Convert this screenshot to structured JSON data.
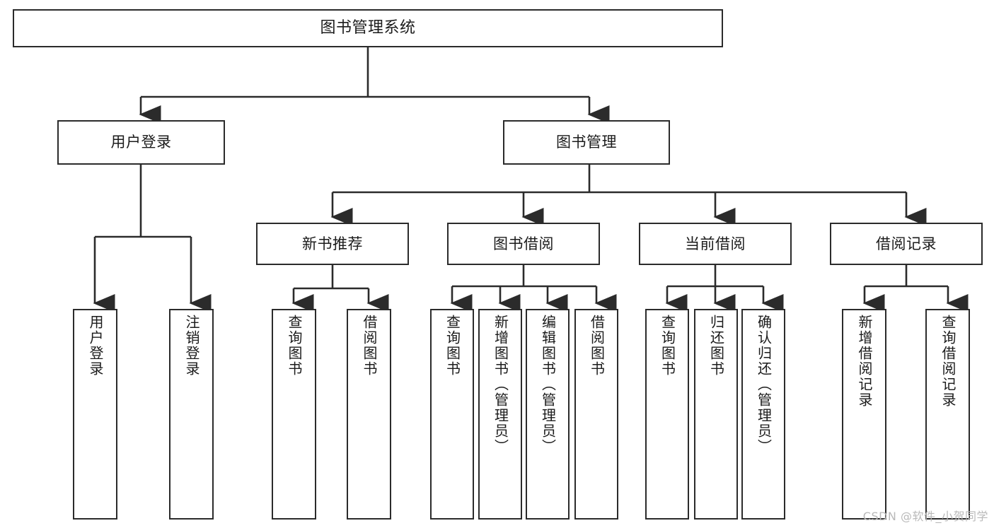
{
  "diagram": {
    "title": "图书管理系统",
    "type": "tree",
    "background": "#ffffff",
    "line_color": "#2b2b2b",
    "box_border_color": "#2b2b2b",
    "box_fill": "#ffffff",
    "text_color": "#1b1b1b"
  },
  "watermark": {
    "text": "CSDN @软件_小贺同学",
    "color": "#b9b9b9"
  },
  "nodes": {
    "root": {
      "label": "图书管理系统"
    },
    "level2": [
      {
        "label": "用户登录"
      },
      {
        "label": "图书管理"
      }
    ],
    "level3": [
      {
        "label": "新书推荐"
      },
      {
        "label": "图书借阅"
      },
      {
        "label": "当前借阅"
      },
      {
        "label": "借阅记录"
      }
    ],
    "leaves": {
      "user_login": [
        {
          "label": "用户登录"
        },
        {
          "label": "注销登录"
        }
      ],
      "new_book": [
        {
          "label": "查询图书"
        },
        {
          "label": "借阅图书"
        }
      ],
      "book_borrow": [
        {
          "label": "查询图书"
        },
        {
          "label": "新增图书（管理员）"
        },
        {
          "label": "编辑图书（管理员）"
        },
        {
          "label": "借阅图书"
        }
      ],
      "current_borrow": [
        {
          "label": "查询图书"
        },
        {
          "label": "归还图书"
        },
        {
          "label": "确认归还（管理员）"
        }
      ],
      "borrow_record": [
        {
          "label": "新增借阅记录"
        },
        {
          "label": "查询借阅记录"
        }
      ]
    }
  }
}
